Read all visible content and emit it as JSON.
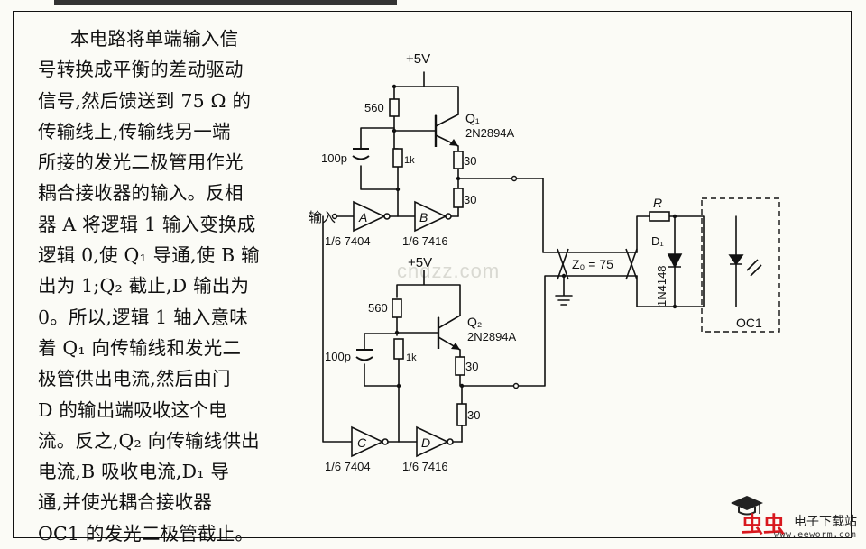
{
  "description_lines": [
    "本电路将单端输入信",
    "号转换成平衡的差动驱动",
    "信号,然后馈送到 75 Ω 的",
    "传输线上,传输线另一端",
    "所接的发光二极管用作光",
    "耦合接收器的输入。反相",
    "器 A 将逻辑 1 输入变换成",
    "逻辑 0,使 Q₁ 导通,使 B 输",
    "出为 1;Q₂ 截止,D 输出为",
    "0。所以,逻辑 1 轴入意味",
    "着 Q₁ 向传输线和发光二",
    "极管供出电流,然后由门",
    "D 的输出端吸收这个电",
    "流。反之,Q₂ 向传输线供出",
    "电流,B 吸收电流,D₁ 导",
    "通,并使光耦合接收器",
    "OC1 的发光二极管截止。"
  ],
  "circuit": {
    "supply_top": "+5V",
    "supply_bottom": "+5V",
    "r560_top": "560",
    "r560_bottom": "560",
    "c100p_top": "100p",
    "c100p_bottom": "100p",
    "r1k_top": "1k",
    "r1k_bottom": "1k",
    "r30_1": "30",
    "r30_2": "30",
    "r30_3": "30",
    "r30_4": "30",
    "q1_name": "Q₁",
    "q1_part": "2N2894A",
    "q2_name": "Q₂",
    "q2_part": "2N2894A",
    "input_label": "输入",
    "gate_a": "A",
    "gate_b": "B",
    "gate_c": "C",
    "gate_d": "D",
    "gate_a_part": "1/6  7404",
    "gate_b_part": "1/6 7416",
    "gate_c_part": "1/6  7404",
    "gate_d_part": "1/6 7416",
    "line_label": "Z₀ = 75",
    "resistor_r": "R",
    "diode_d1": "D₁",
    "diode_part": "1N4148",
    "oc_label": "OC1"
  },
  "watermark": "cndzz.com",
  "logo": {
    "glyph": "虫虫",
    "name": "电子下载站",
    "url": "www.eeworm.com"
  }
}
